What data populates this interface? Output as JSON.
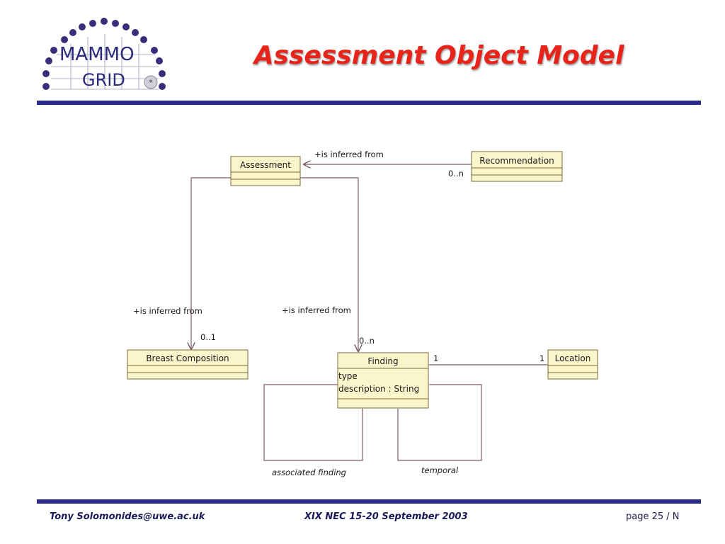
{
  "header": {
    "logo": {
      "line1": "MAMMO",
      "line2": "GRID",
      "accent_color": "#3a2e7a"
    },
    "title": "Assessment Object Model",
    "title_color": "#e8241a",
    "rule_color": "#2a2a8a"
  },
  "diagram": {
    "classes": {
      "assessment": {
        "name": "Assessment"
      },
      "recommendation": {
        "name": "Recommendation"
      },
      "breast_composition": {
        "name": "Breast Composition"
      },
      "finding": {
        "name": "Finding",
        "attributes": [
          "type",
          "description : String"
        ]
      },
      "location": {
        "name": "Location"
      }
    },
    "labels": {
      "rec_assess_role": "+is inferred from",
      "rec_assess_mult": "0..n",
      "assess_breast_role": "+is inferred from",
      "assess_breast_mult": "0..1",
      "assess_finding_role": "+is inferred from",
      "assess_finding_mult": "0..n",
      "finding_location_mult_a": "1",
      "finding_location_mult_b": "1",
      "self_assoc_1": "associated finding",
      "self_assoc_2": "temporal"
    },
    "colors": {
      "class_fill": "#fbf5cc",
      "class_stroke": "#7a6a3a",
      "line": "#7a5a6a"
    }
  },
  "footer": {
    "author": "Tony Solomonides@uwe.ac.uk",
    "event": "XIX NEC 15-20 September 2003",
    "page": "page 25 / N"
  }
}
